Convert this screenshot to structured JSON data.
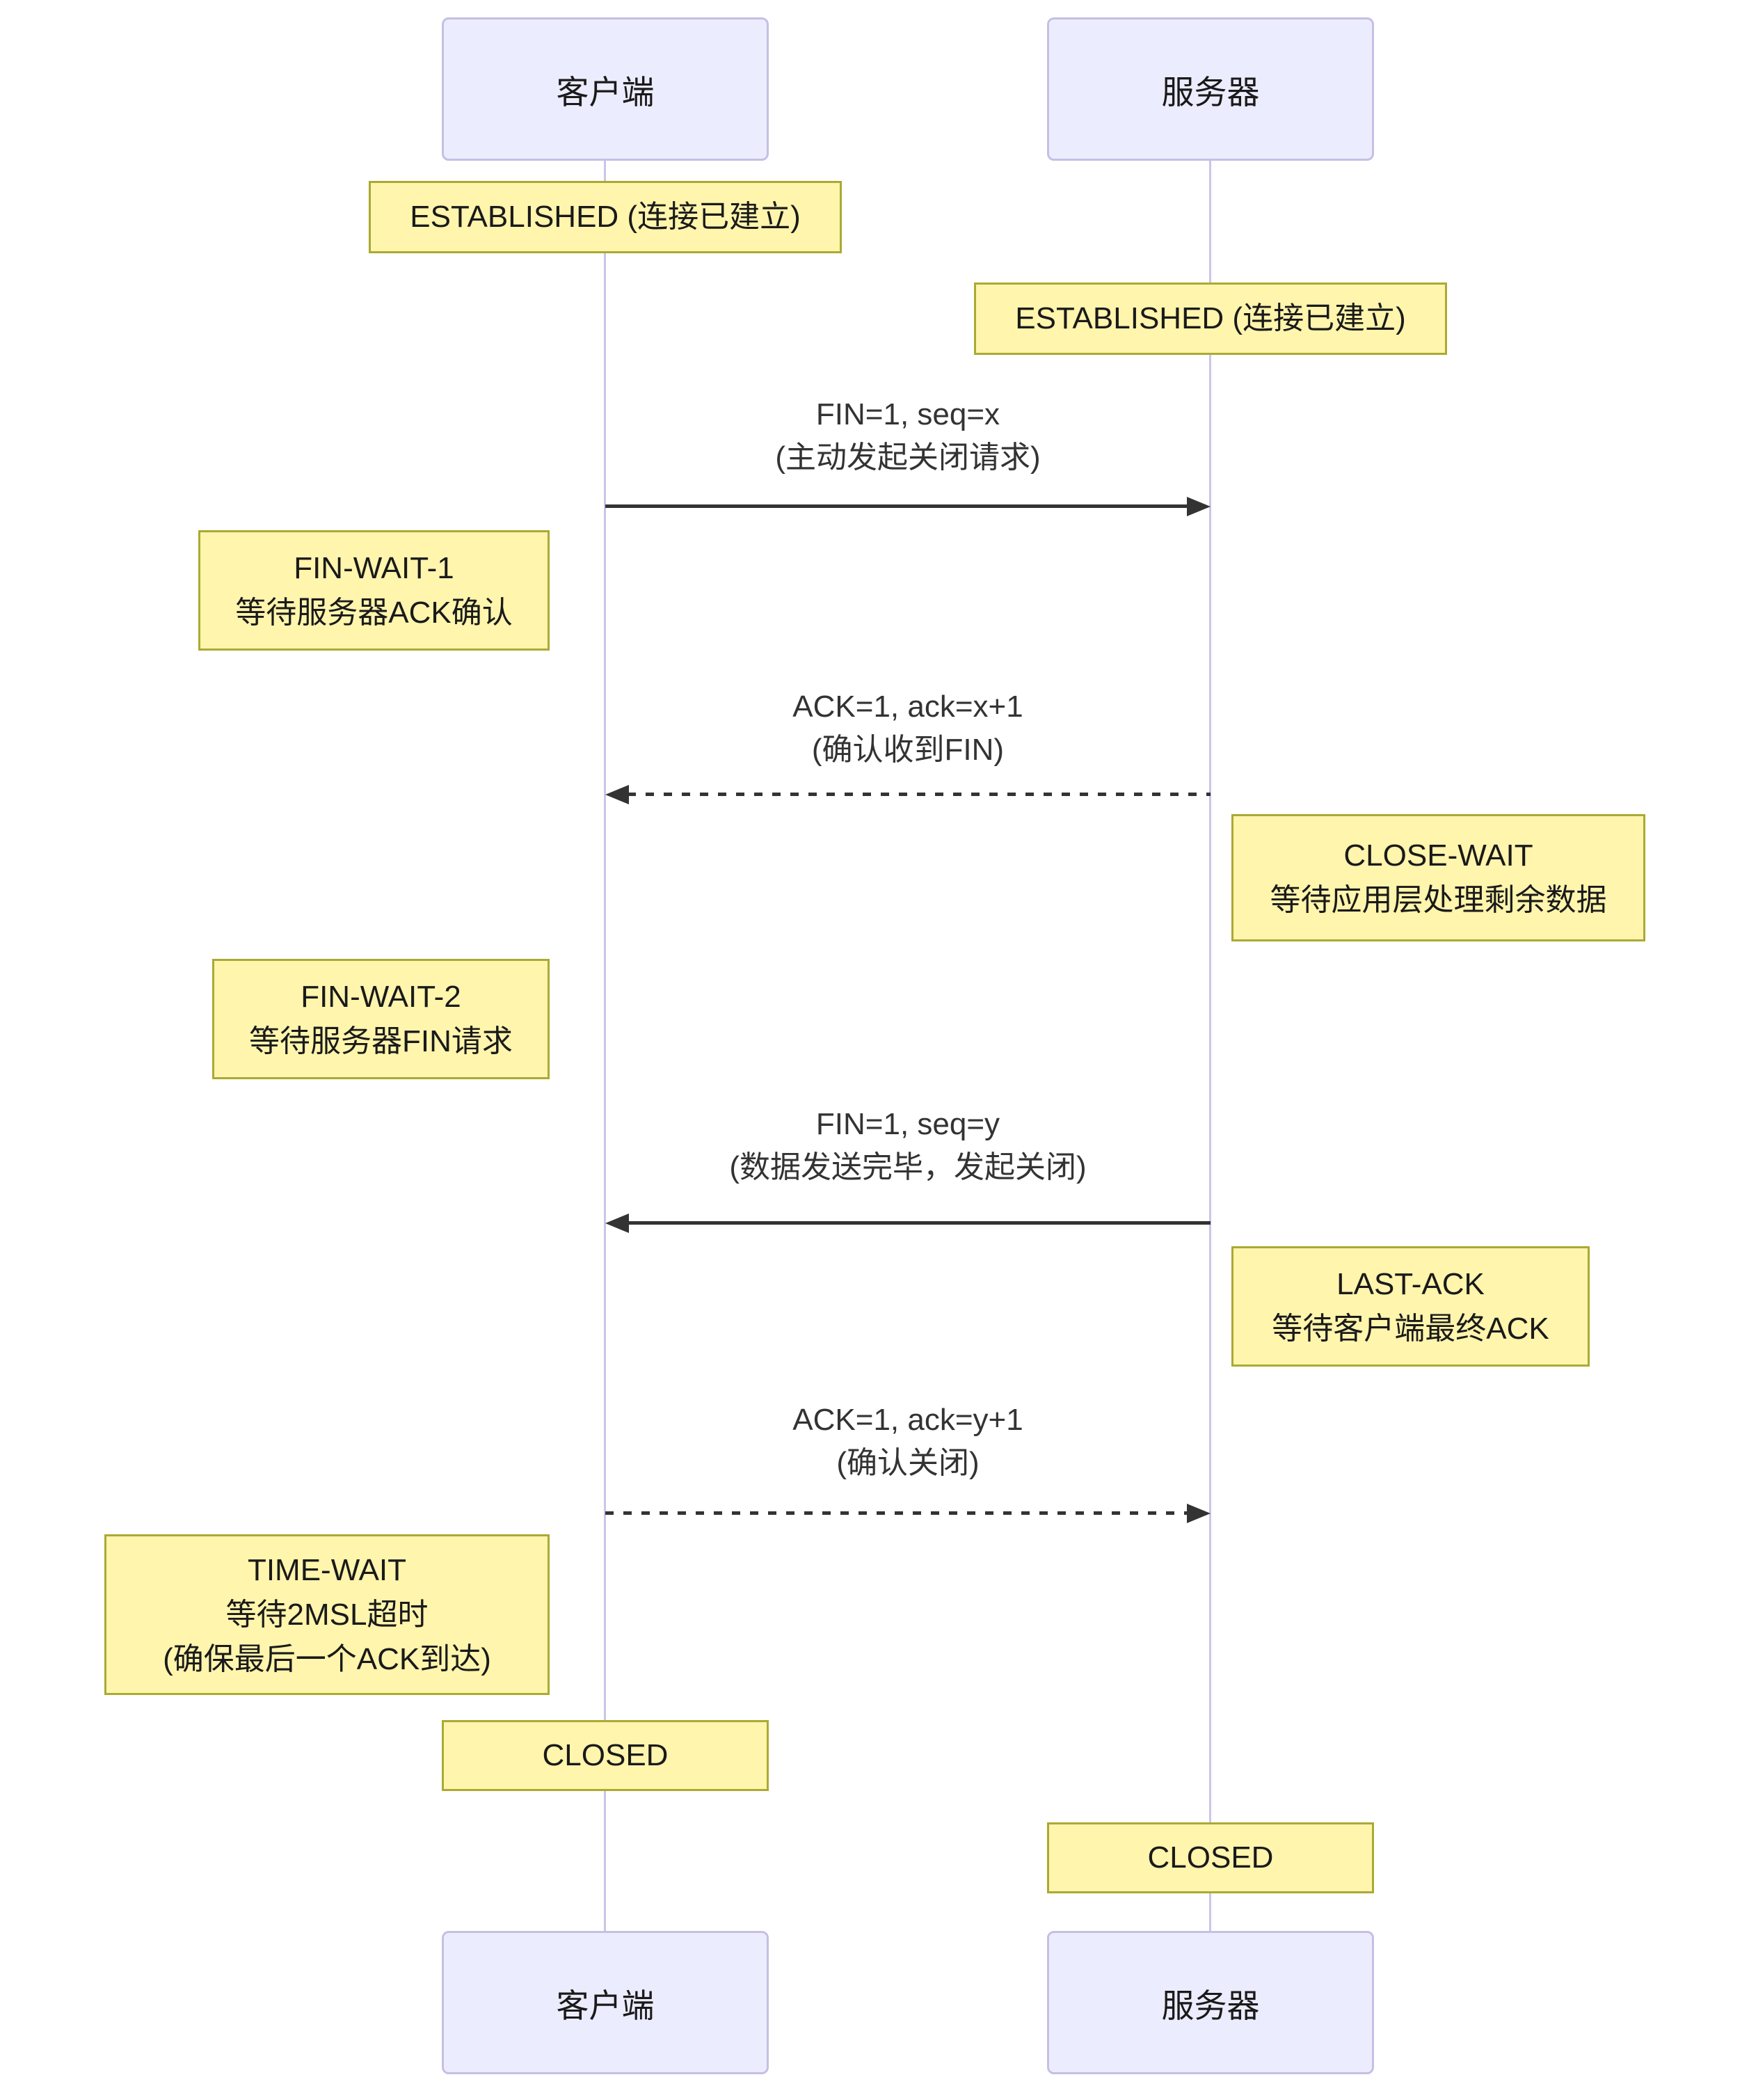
{
  "actors": {
    "client": "客户端",
    "server": "服务器"
  },
  "notes": [
    {
      "id": "established-client",
      "lines": [
        "ESTABLISHED (连接已建立)"
      ]
    },
    {
      "id": "established-server",
      "lines": [
        "ESTABLISHED (连接已建立)"
      ]
    },
    {
      "id": "fin-wait-1",
      "lines": [
        "FIN-WAIT-1",
        "等待服务器ACK确认"
      ]
    },
    {
      "id": "close-wait",
      "lines": [
        "CLOSE-WAIT",
        "等待应用层处理剩余数据"
      ]
    },
    {
      "id": "fin-wait-2",
      "lines": [
        "FIN-WAIT-2",
        "等待服务器FIN请求"
      ]
    },
    {
      "id": "last-ack",
      "lines": [
        "LAST-ACK",
        "等待客户端最终ACK"
      ]
    },
    {
      "id": "time-wait",
      "lines": [
        "TIME-WAIT",
        "等待2MSL超时",
        "(确保最后一个ACK到达)"
      ]
    },
    {
      "id": "closed-client",
      "lines": [
        "CLOSED"
      ]
    },
    {
      "id": "closed-server",
      "lines": [
        "CLOSED"
      ]
    }
  ],
  "messages": [
    {
      "from": "client",
      "to": "server",
      "style": "solid",
      "lines": [
        "FIN=1, seq=x",
        "(主动发起关闭请求)"
      ]
    },
    {
      "from": "server",
      "to": "client",
      "style": "dashed",
      "lines": [
        "ACK=1, ack=x+1",
        "(确认收到FIN)"
      ]
    },
    {
      "from": "server",
      "to": "client",
      "style": "solid",
      "lines": [
        "FIN=1, seq=y",
        "(数据发送完毕，发起关闭)"
      ]
    },
    {
      "from": "client",
      "to": "server",
      "style": "dashed",
      "lines": [
        "ACK=1, ack=y+1",
        "(确认关闭)"
      ]
    }
  ],
  "colors": {
    "actor_fill": "#ececff",
    "actor_border": "#c5bfe4",
    "note_fill": "#fff5ad",
    "note_border": "#aaaa33",
    "lifeline": "#cbc5e8",
    "message": "#333333",
    "background": "#ffffff"
  }
}
